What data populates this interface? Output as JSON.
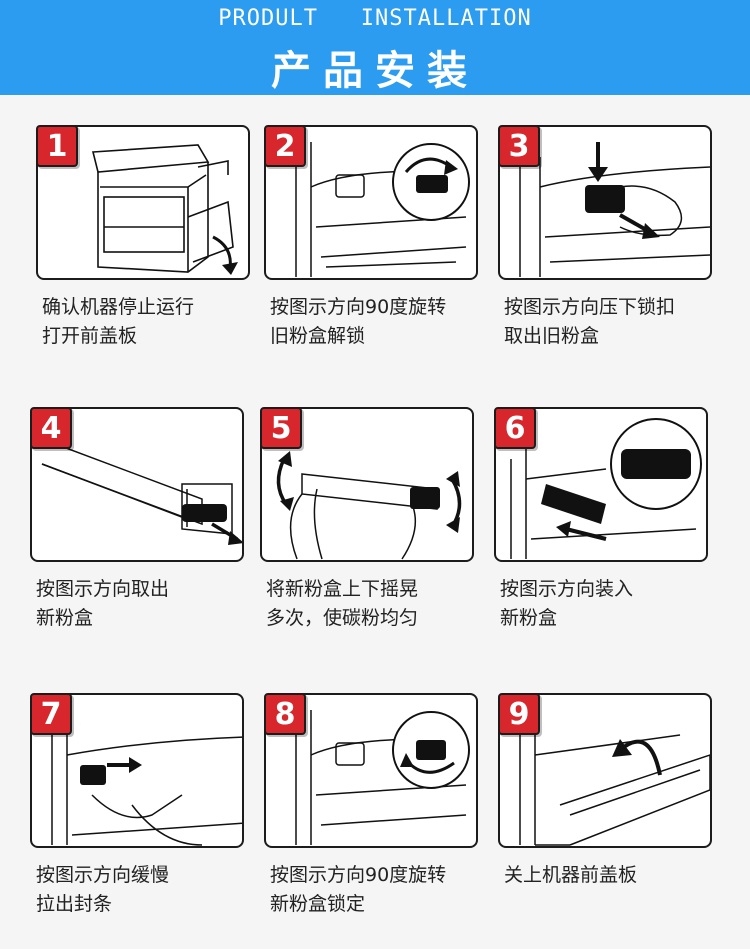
{
  "banner": {
    "title_en": "PRODULT   INSTALLATION",
    "title_zh": "产品安装"
  },
  "steps": [
    {
      "number": "1",
      "line1": "确认机器停止运行",
      "line2": "打开前盖板"
    },
    {
      "number": "2",
      "line1": "按图示方向90度旋转",
      "line2": "旧粉盒解锁"
    },
    {
      "number": "3",
      "line1": "按图示方向压下锁扣",
      "line2": "取出旧粉盒"
    },
    {
      "number": "4",
      "line1": "按图示方向取出",
      "line2": "新粉盒"
    },
    {
      "number": "5",
      "line1": "将新粉盒上下摇晃",
      "line2": "多次，使碳粉均匀"
    },
    {
      "number": "6",
      "line1": "按图示方向装入",
      "line2": "新粉盒"
    },
    {
      "number": "7",
      "line1": "按图示方向缓慢",
      "line2": "拉出封条"
    },
    {
      "number": "8",
      "line1": "按图示方向90度旋转",
      "line2": "新粉盒锁定"
    },
    {
      "number": "9",
      "line1": "关上机器前盖板",
      "line2": ""
    }
  ],
  "colors": {
    "banner": "#2b9cf0",
    "badge": "#d7262c",
    "background": "#f5f5f5"
  }
}
